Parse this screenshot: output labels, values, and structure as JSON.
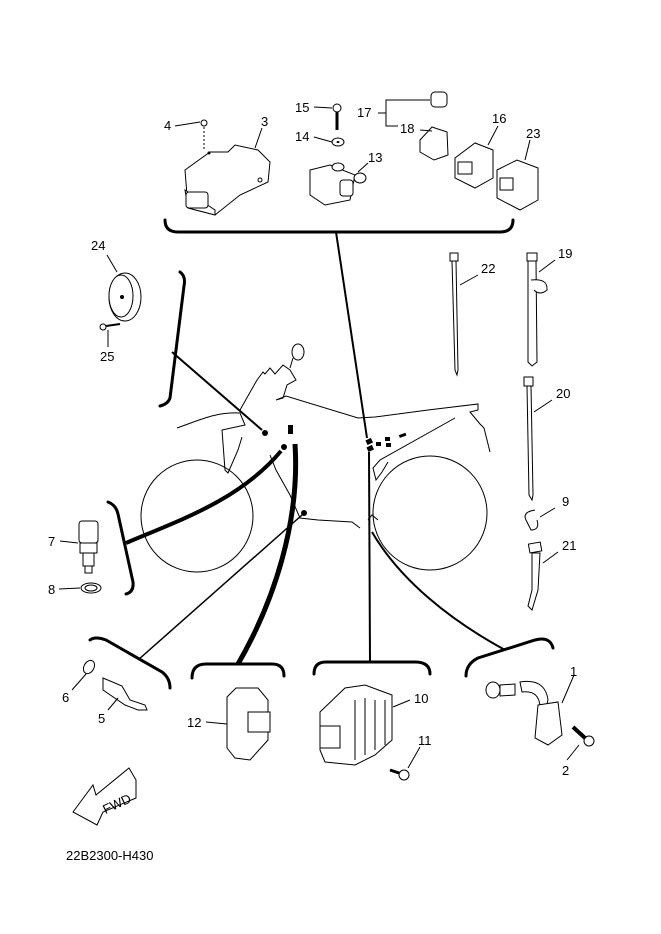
{
  "diagram": {
    "title": "Electrical parts exploded view",
    "code": "22B2300-H430",
    "fwd_label": "FWD",
    "part_labels": {
      "p1": "1",
      "p2": "2",
      "p3": "3",
      "p4": "4",
      "p5": "5",
      "p6": "6",
      "p7": "7",
      "p8": "8",
      "p9": "9",
      "p10": "10",
      "p11": "11",
      "p12": "12",
      "p13": "13",
      "p14": "14",
      "p15": "15",
      "p16": "16",
      "p17": "17",
      "p18": "18",
      "p19": "19",
      "p20": "20",
      "p21": "21",
      "p22": "22",
      "p23": "23",
      "p24": "24",
      "p25": "25"
    }
  }
}
